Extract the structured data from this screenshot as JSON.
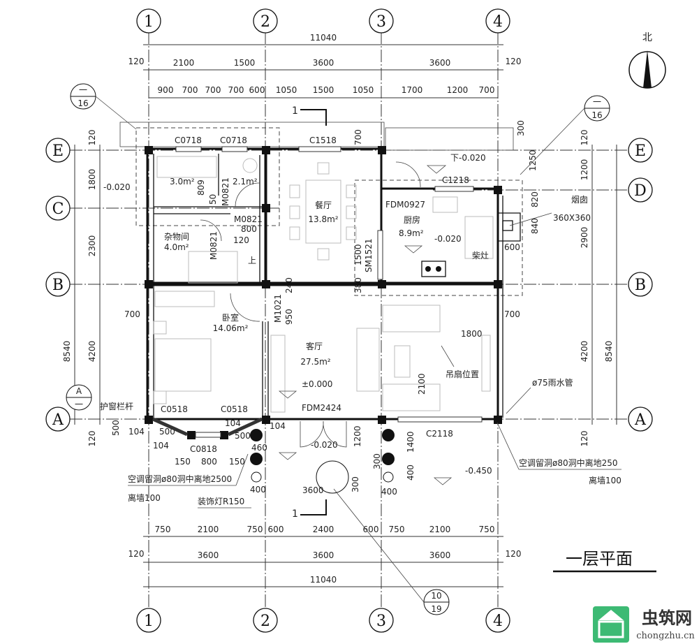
{
  "drawing": {
    "title": "一层平面",
    "north_label": "北",
    "grid_columns": [
      "1",
      "2",
      "3",
      "4"
    ],
    "grid_rows": [
      "E",
      "D",
      "C",
      "B",
      "A"
    ],
    "detail_refs": {
      "top_left": {
        "num": "一",
        "sheet": "16"
      },
      "top_right": {
        "num": "一",
        "sheet": "16"
      },
      "left_a": {
        "num": "A",
        "sheet": "一"
      },
      "bottom": {
        "num": "10",
        "sheet": "19"
      }
    },
    "section_mark": "1"
  },
  "dimensions": {
    "top_total": "11040",
    "top_row1": [
      "120",
      "2100",
      "1500",
      "3600",
      "3600",
      "120"
    ],
    "top_row2": [
      "900",
      "700",
      "700",
      "700",
      "600",
      "1050",
      "1500",
      "1050",
      "1700",
      "1200",
      "700"
    ],
    "bottom_row1": [
      "750",
      "2100",
      "750",
      "600",
      "2400",
      "600",
      "750",
      "2100",
      "750"
    ],
    "bottom_row2": [
      "120",
      "3600",
      "3600",
      "3600",
      "120"
    ],
    "bottom_total": "11040",
    "left": [
      "120",
      "1800",
      "2300",
      "4200",
      "120",
      "8540"
    ],
    "right": [
      "120",
      "1200",
      "2900",
      "4200",
      "120",
      "8540"
    ],
    "misc": [
      "700",
      "700",
      "300",
      "1250",
      "820",
      "840",
      "600",
      "800",
      "120",
      "50",
      "809",
      "1500",
      "380",
      "950",
      "240",
      "1800",
      "2100",
      "500",
      "104",
      "500",
      "104",
      "150",
      "800",
      "150",
      "460",
      "1200",
      "300",
      "300",
      "3600",
      "400",
      "1400",
      "400",
      "400",
      "700",
      "104",
      "500",
      "104"
    ]
  },
  "rooms": {
    "bath1_area": "3.0m²",
    "bath2_area": "2.1m²",
    "dining_name": "餐厅",
    "dining_area": "13.8m²",
    "kitchen_name": "厨房",
    "kitchen_area": "8.9m²",
    "storage_name": "杂物间",
    "storage_area": "4.0m²",
    "bedroom_name": "卧室",
    "bedroom_area": "14.06m²",
    "living_name": "客厅",
    "living_area": "27.5m²",
    "stove_label": "柴灶",
    "stair_up": "上"
  },
  "openings": {
    "c0718a": "C0718",
    "c0718b": "C0718",
    "c1518": "C1518",
    "c1218": "C1218",
    "fdm0927": "FDM0927",
    "m0821a": "M0821",
    "m0821b": "M0821",
    "m0821c": "M0821",
    "sm1521": "SM1521",
    "m1021": "M1021",
    "fdm2424": "FDM2424",
    "c2118": "C2118",
    "c0518a": "C0518",
    "c0518b": "C0518",
    "c0818": "C0818"
  },
  "levels": {
    "bath": "-0.020",
    "kitchen_ext": "下-0.020",
    "kitchen": "-0.020",
    "living": "±0.000",
    "porch": "-0.020",
    "yard": "-0.450"
  },
  "notes": {
    "chimney": "烟囱",
    "chimney_size": "360X360",
    "fan": "吊扇位置",
    "rain_pipe": "ø75雨水管",
    "window_rail": "护窗栏杆",
    "ac_left_1": "空调留洞ø80洞中离地2500",
    "ac_left_2": "离墙100",
    "ac_right_1": "空调留洞ø80洞中离地250",
    "ac_right_2": "离墙100",
    "lamp": "装饰灯R150"
  },
  "watermark": {
    "brand": "虫筑网",
    "url": "chongzhu.cn",
    "color": "#3dba74"
  }
}
